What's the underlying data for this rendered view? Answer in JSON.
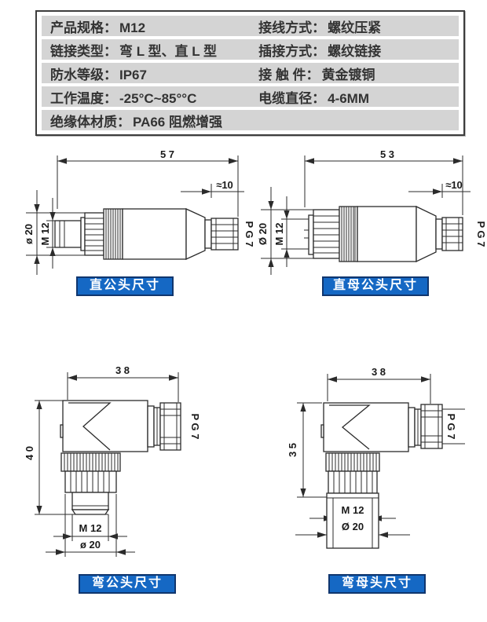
{
  "colors": {
    "caption_bg": "#1568c4",
    "caption_border": "#10366e",
    "caption_text": "#ffffff",
    "table_row_bg": "#d4d4d4",
    "table_border": "#3d3d3d",
    "line": "#2b2b2b"
  },
  "spec_table": {
    "rows": [
      {
        "left_label": "产品规格：",
        "left_value": "M12",
        "right_label": "接线方式：",
        "right_value": "螺纹压紧"
      },
      {
        "left_label": "链接类型：",
        "left_value": "弯 L 型、直 L 型",
        "right_label": "插接方式：",
        "right_value": "螺纹链接"
      },
      {
        "left_label": "防水等级：",
        "left_value": "IP67",
        "right_label": "接 触 件：",
        "right_value": "黄金镀铜"
      },
      {
        "left_label": "工作温度：",
        "left_value": "-25°C~85°°C",
        "right_label": "电缆直径：",
        "right_value": "4-6MM"
      },
      {
        "left_label": "绝缘体材质：",
        "left_value": "PA66 阻燃增强",
        "right_label": "",
        "right_value": ""
      }
    ]
  },
  "drawings": {
    "straight_male": {
      "caption": "直公头尺寸",
      "dim_length": "5 7",
      "dim_gland": "≈10",
      "dim_outer": "ø 20",
      "dim_thread": "M 12",
      "gland_label": "P G 7"
    },
    "straight_female": {
      "caption": "直母公头尺寸",
      "dim_length": "5 3",
      "dim_gland": "≈10",
      "dim_outer": "Ø 20",
      "dim_thread": "M 12",
      "gland_label": "P G 7"
    },
    "angled_male": {
      "caption": "弯公头尺寸",
      "dim_width": "3 8",
      "dim_height": "4 0",
      "dim_thread": "M 12",
      "dim_outer": "ø 20",
      "gland_label": "P G 7"
    },
    "angled_female": {
      "caption": "弯母头尺寸",
      "dim_width": "3 8",
      "dim_height": "3 5",
      "dim_thread": "M 12",
      "dim_outer": "Ø 20",
      "gland_label": "P G 7"
    }
  }
}
